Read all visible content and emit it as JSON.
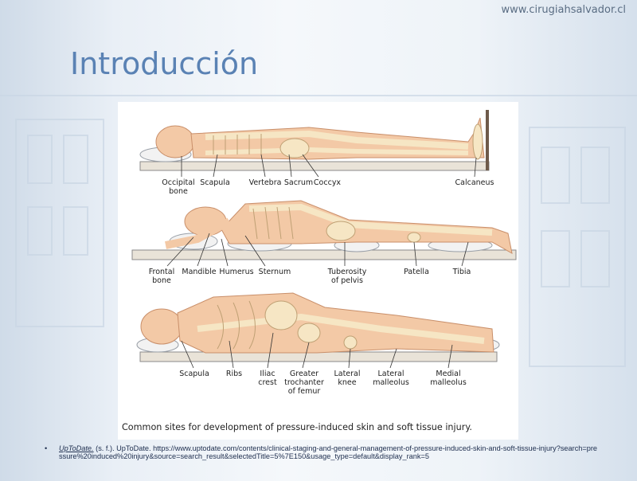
{
  "slide": {
    "website": "www.cirugiahsalvador.cl",
    "title": "Introducción"
  },
  "figure": {
    "labels": {
      "supine": [
        "Occipital\nbone",
        "Scapula",
        "Vertebra",
        "Sacrum",
        "Coccyx",
        "Calcaneus"
      ],
      "prone": [
        "Frontal\nbone",
        "Mandible",
        "Humerus",
        "Sternum",
        "Tuberosity\nof pelvis",
        "Patella",
        "Tibia"
      ],
      "lateral": [
        "Scapula",
        "Ribs",
        "Iliac\ncrest",
        "Greater\ntrochanter\nof femur",
        "Lateral\nknee",
        "Lateral\nmalleolus",
        "Medial\nmalleolus"
      ]
    },
    "caption": "Common sites for development of pressure-induced skin and soft tissue injury."
  },
  "reference": {
    "bullet": "•",
    "source_italic": "UpToDate.",
    "text": " (s. f.). UpToDate. https://www.uptodate.com/contents/clinical-staging-and-general-management-of-pressure-induced-skin-and-soft-tissue-injury?search=pressure%20induced%20injury&source=search_result&selectedTitle=5%7E150&usage_type=default&display_rank=5"
  },
  "colors": {
    "title": "#5a82b4",
    "skin": "#f3c9a6",
    "skin_outline": "#c98f6a",
    "bone": "#f6e6c4",
    "bed": "#e9e3d8"
  }
}
